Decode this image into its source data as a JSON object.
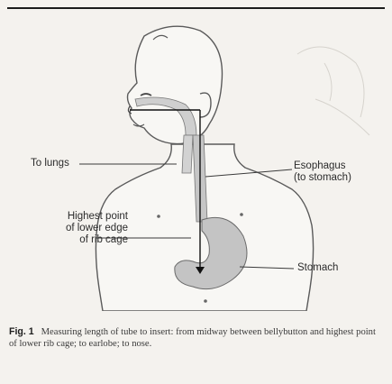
{
  "labels": {
    "lungs": "To lungs",
    "esophagus": "Esophagus\n(to stomach)",
    "rib_cage": "Highest point\nof lower edge\nof rib cage",
    "stomach": "Stomach"
  },
  "caption": {
    "fig_label": "Fig. 1",
    "text": "Measuring length of tube to insert: from midway between bellybutton and highest point of lower rib cage; to earlobe; to nose."
  },
  "colors": {
    "background": "#f4f2ee",
    "organ_fill": "#c9c9c9",
    "outline": "#555555",
    "measure_line": "#111111"
  }
}
